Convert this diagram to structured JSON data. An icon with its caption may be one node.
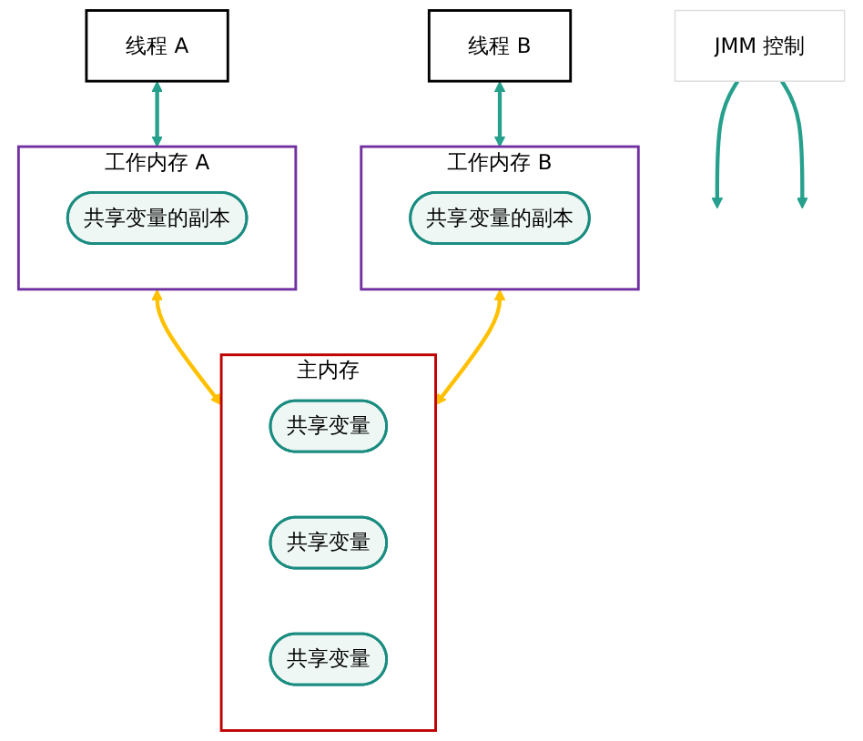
{
  "diagram": {
    "nodes": [
      {
        "text": [
          "线程 A"
        ]
      },
      {
        "text": [
          "线程 B"
        ]
      },
      {
        "text": [
          "工作内存 A"
        ]
      },
      {
        "text": [
          "共享变量的副本"
        ],
        "in": 2
      },
      {
        "text": [
          "工作内存 B"
        ]
      },
      {
        "text": [
          "共享变量的副本"
        ],
        "in": 4
      },
      {
        "text": [
          "JMM 控制"
        ]
      },
      {
        "text": [
          "主内存"
        ]
      },
      {
        "text": [
          "共享变量"
        ],
        "in": 7
      },
      {
        "text": [
          "共享变量"
        ],
        "in": 7
      },
      {
        "text": [
          "共享变量"
        ],
        "in": 7
      }
    ],
    "edges": [
      {
        "from": 0,
        "to": 2,
        "arrow": "both"
      },
      {
        "from": 1,
        "to": 4,
        "arrow": "both"
      },
      {
        "from": 2,
        "to": 7,
        "arrow": "both",
        "color": "#ffc000"
      },
      {
        "from": 4,
        "to": 7,
        "arrow": "both",
        "color": "#ffc000"
      },
      {
        "from": 6,
        "to": null,
        "arrow": "to"
      },
      {
        "from": 6,
        "to": null,
        "arrow": "to"
      }
    ]
  }
}
